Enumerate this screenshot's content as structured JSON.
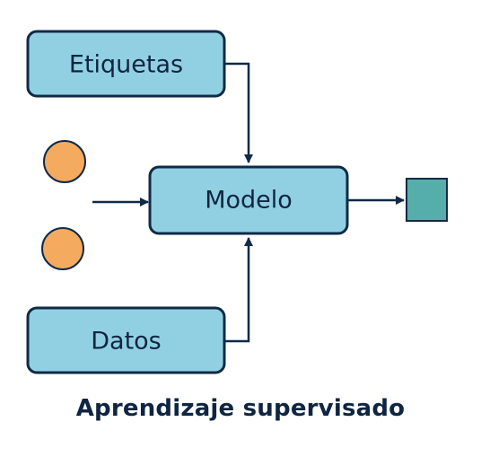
{
  "diagram": {
    "boxes": {
      "labels": "Etiquetas",
      "model": "Modelo",
      "data": "Datos"
    },
    "caption": "Aprendizaje supervisado",
    "colors": {
      "box_fill": "#91d0e3",
      "box_stroke": "#102a47",
      "circle_fill": "#f4ab60",
      "square_fill": "#55aeaa",
      "arrow": "#102a47",
      "text": "#0f2540"
    }
  }
}
